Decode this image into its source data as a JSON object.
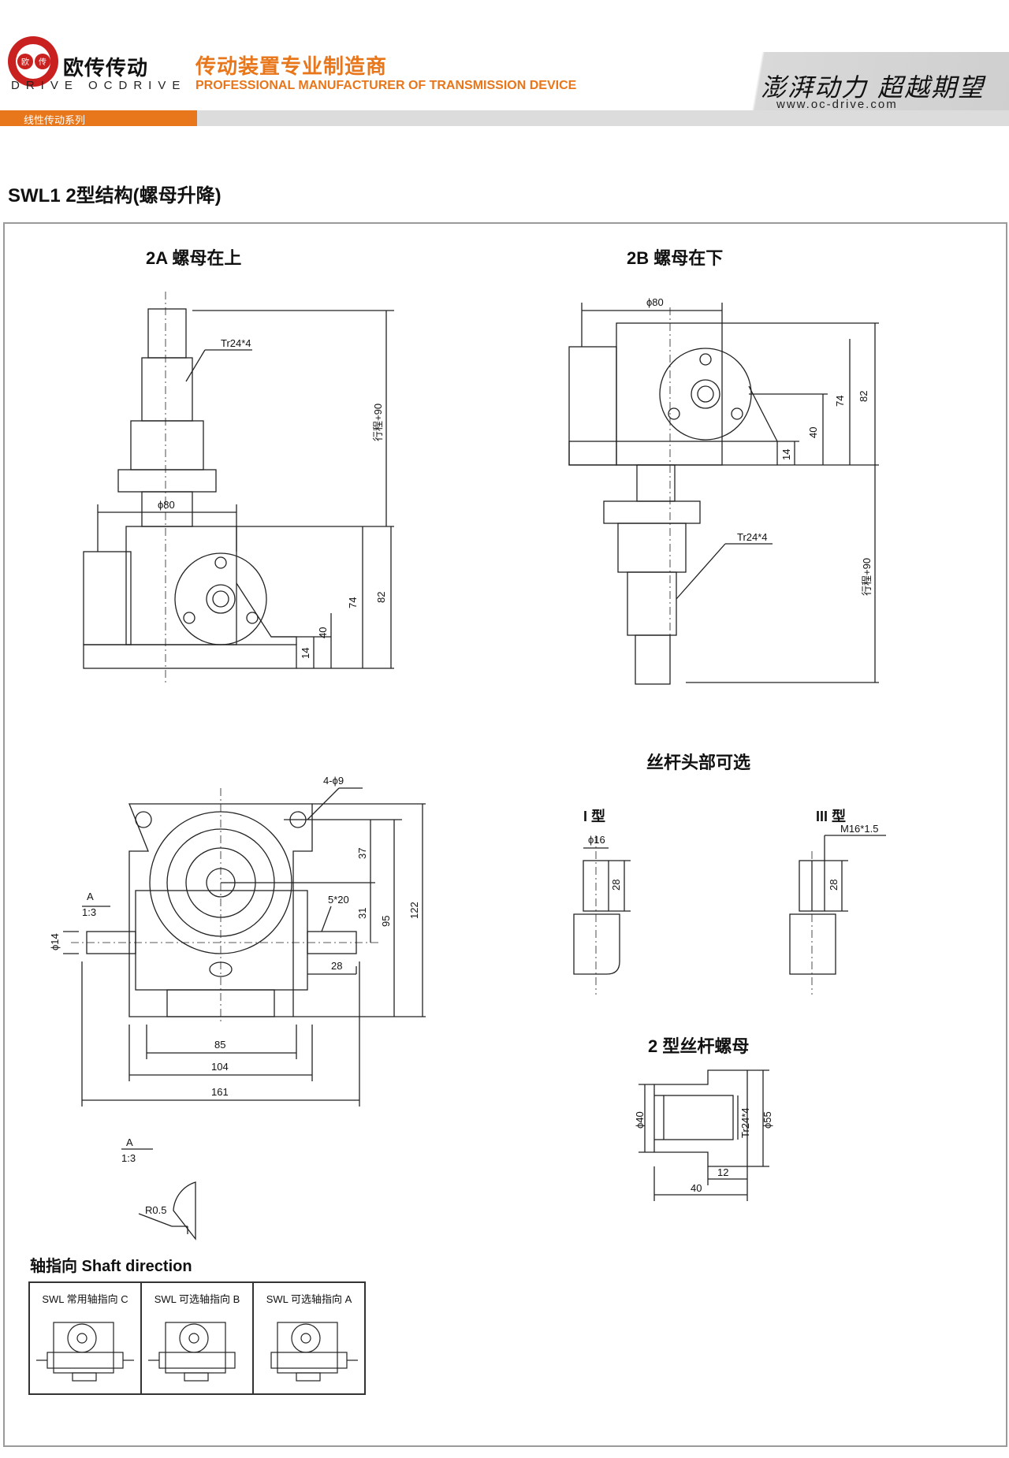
{
  "header": {
    "brand_cn": "欧传传动",
    "brand_en": "DRIVE OCDRIVE",
    "logo_text": "欧 传",
    "tagline_cn": "传动装置专业制造商",
    "tagline_en": "PROFESSIONAL MANUFACTURER OF TRANSMISSION DEVICE",
    "series": "线性传动系列",
    "slogan": "澎湃动力 超越期望",
    "website": "www.oc-drive.com"
  },
  "page_title": "SWL1  2型结构(螺母升降)",
  "views": {
    "view_2a_title": "2A 螺母在上",
    "view_2b_title": "2B 螺母在下",
    "head_options_title": "丝杆头部可选",
    "type_i": "I 型",
    "type_iii": "III 型",
    "nut_title": "2 型丝杆螺母",
    "detail_a": "A",
    "detail_scale": "1:3"
  },
  "dims": {
    "tr24": "Tr24*4",
    "phi80": "ϕ80",
    "stroke": "行程+90",
    "d82": "82",
    "d74": "74",
    "d40": "40",
    "d14": "14",
    "holes": "4-ϕ9",
    "d37": "37",
    "d31": "31",
    "d95": "95",
    "d122": "122",
    "key": "5*20",
    "d28": "28",
    "phi14": "ϕ14",
    "d85": "85",
    "d104": "104",
    "d161": "161",
    "phi16": "ϕ16",
    "m16": "M16*1.5",
    "phi40": "ϕ40",
    "phi55": "ϕ55",
    "d40n": "40",
    "d12": "12",
    "r05": "R0.5"
  },
  "shaft": {
    "title": "轴指向  Shaft direction",
    "c": "SWL 常用轴指向 C",
    "b": "SWL 可选轴指向 B",
    "a": "SWL 可选轴指向 A"
  }
}
